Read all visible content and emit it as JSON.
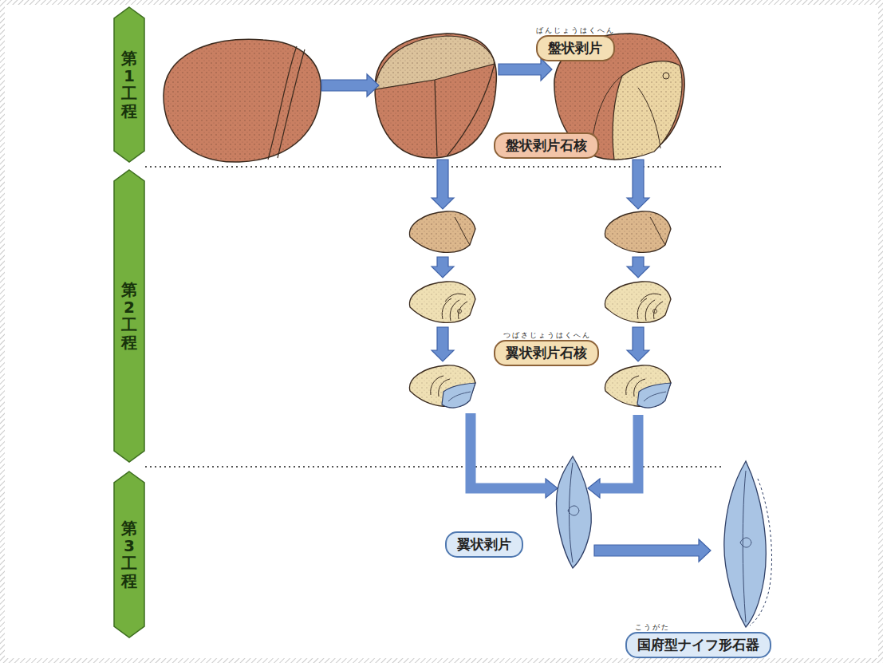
{
  "diagram": {
    "nodes": [
      {
        "text": [
          "第1工程"
        ]
      },
      {
        "text": [
          "ばんじょうはくへん",
          "盤状剥片"
        ]
      },
      {
        "text": [
          "盤状剥片石核"
        ]
      },
      {
        "text": [
          "第2工程"
        ]
      },
      {
        "text": [
          "つばさじょうはくへん",
          "翼状剥片石核"
        ]
      },
      {
        "text": [
          "第3工程"
        ]
      },
      {
        "text": [
          "翼状剥片"
        ]
      },
      {
        "text": [
          "こうがた",
          "国府型ナイフ形石器"
        ]
      }
    ]
  }
}
